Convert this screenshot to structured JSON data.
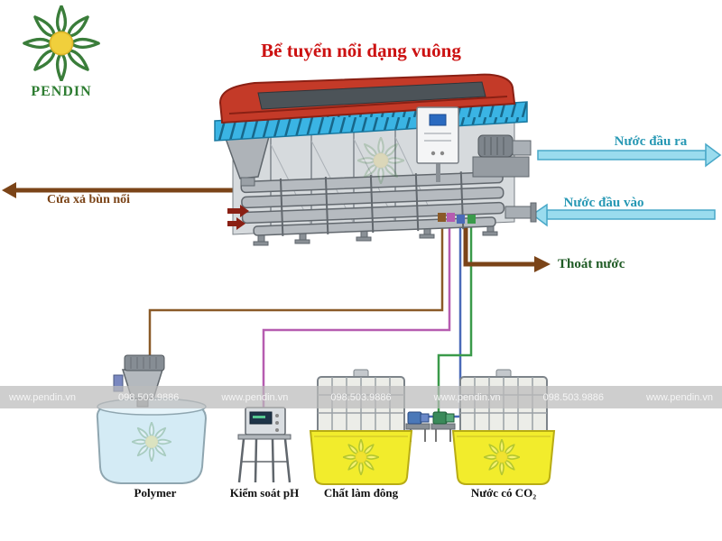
{
  "logo": {
    "name": "PENDIN"
  },
  "title": "Bể tuyển nổi dạng vuông",
  "flows": {
    "sludge_out": "Cửa xả bùn nổi",
    "water_out": "Nước đầu ra",
    "water_in": "Nước đầu vào",
    "drain": "Thoát nước"
  },
  "equipment": [
    {
      "label": "Polymer"
    },
    {
      "label": "Kiểm soát pH"
    },
    {
      "label": "Chất làm đông"
    },
    {
      "label": "Nước có CO₂"
    }
  ],
  "watermark": {
    "items": [
      "www.pendin.vn",
      "098.503.9886",
      "www.pendin.vn",
      "098.503.9886",
      "www.pendin.vn",
      "098.503.9886",
      "www.pendin.vn"
    ]
  },
  "colors": {
    "title": "#cc1111",
    "water_label": "#2798b4",
    "arrow_fill": "#9adcee",
    "sludge_brown": "#7b4418",
    "drain_label": "#1e5a24",
    "logo_green": "#3a7d3a",
    "logo_yellow": "#f0cf3c",
    "tub_yellow": "#f2ec2c",
    "polymer_tank_blue": "#d4ebf5",
    "line_polymer": "#8a5a28",
    "line_ph": "#b65cb0",
    "line_coagulant": "#4a6ab8",
    "line_co2": "#3a9a4a"
  }
}
